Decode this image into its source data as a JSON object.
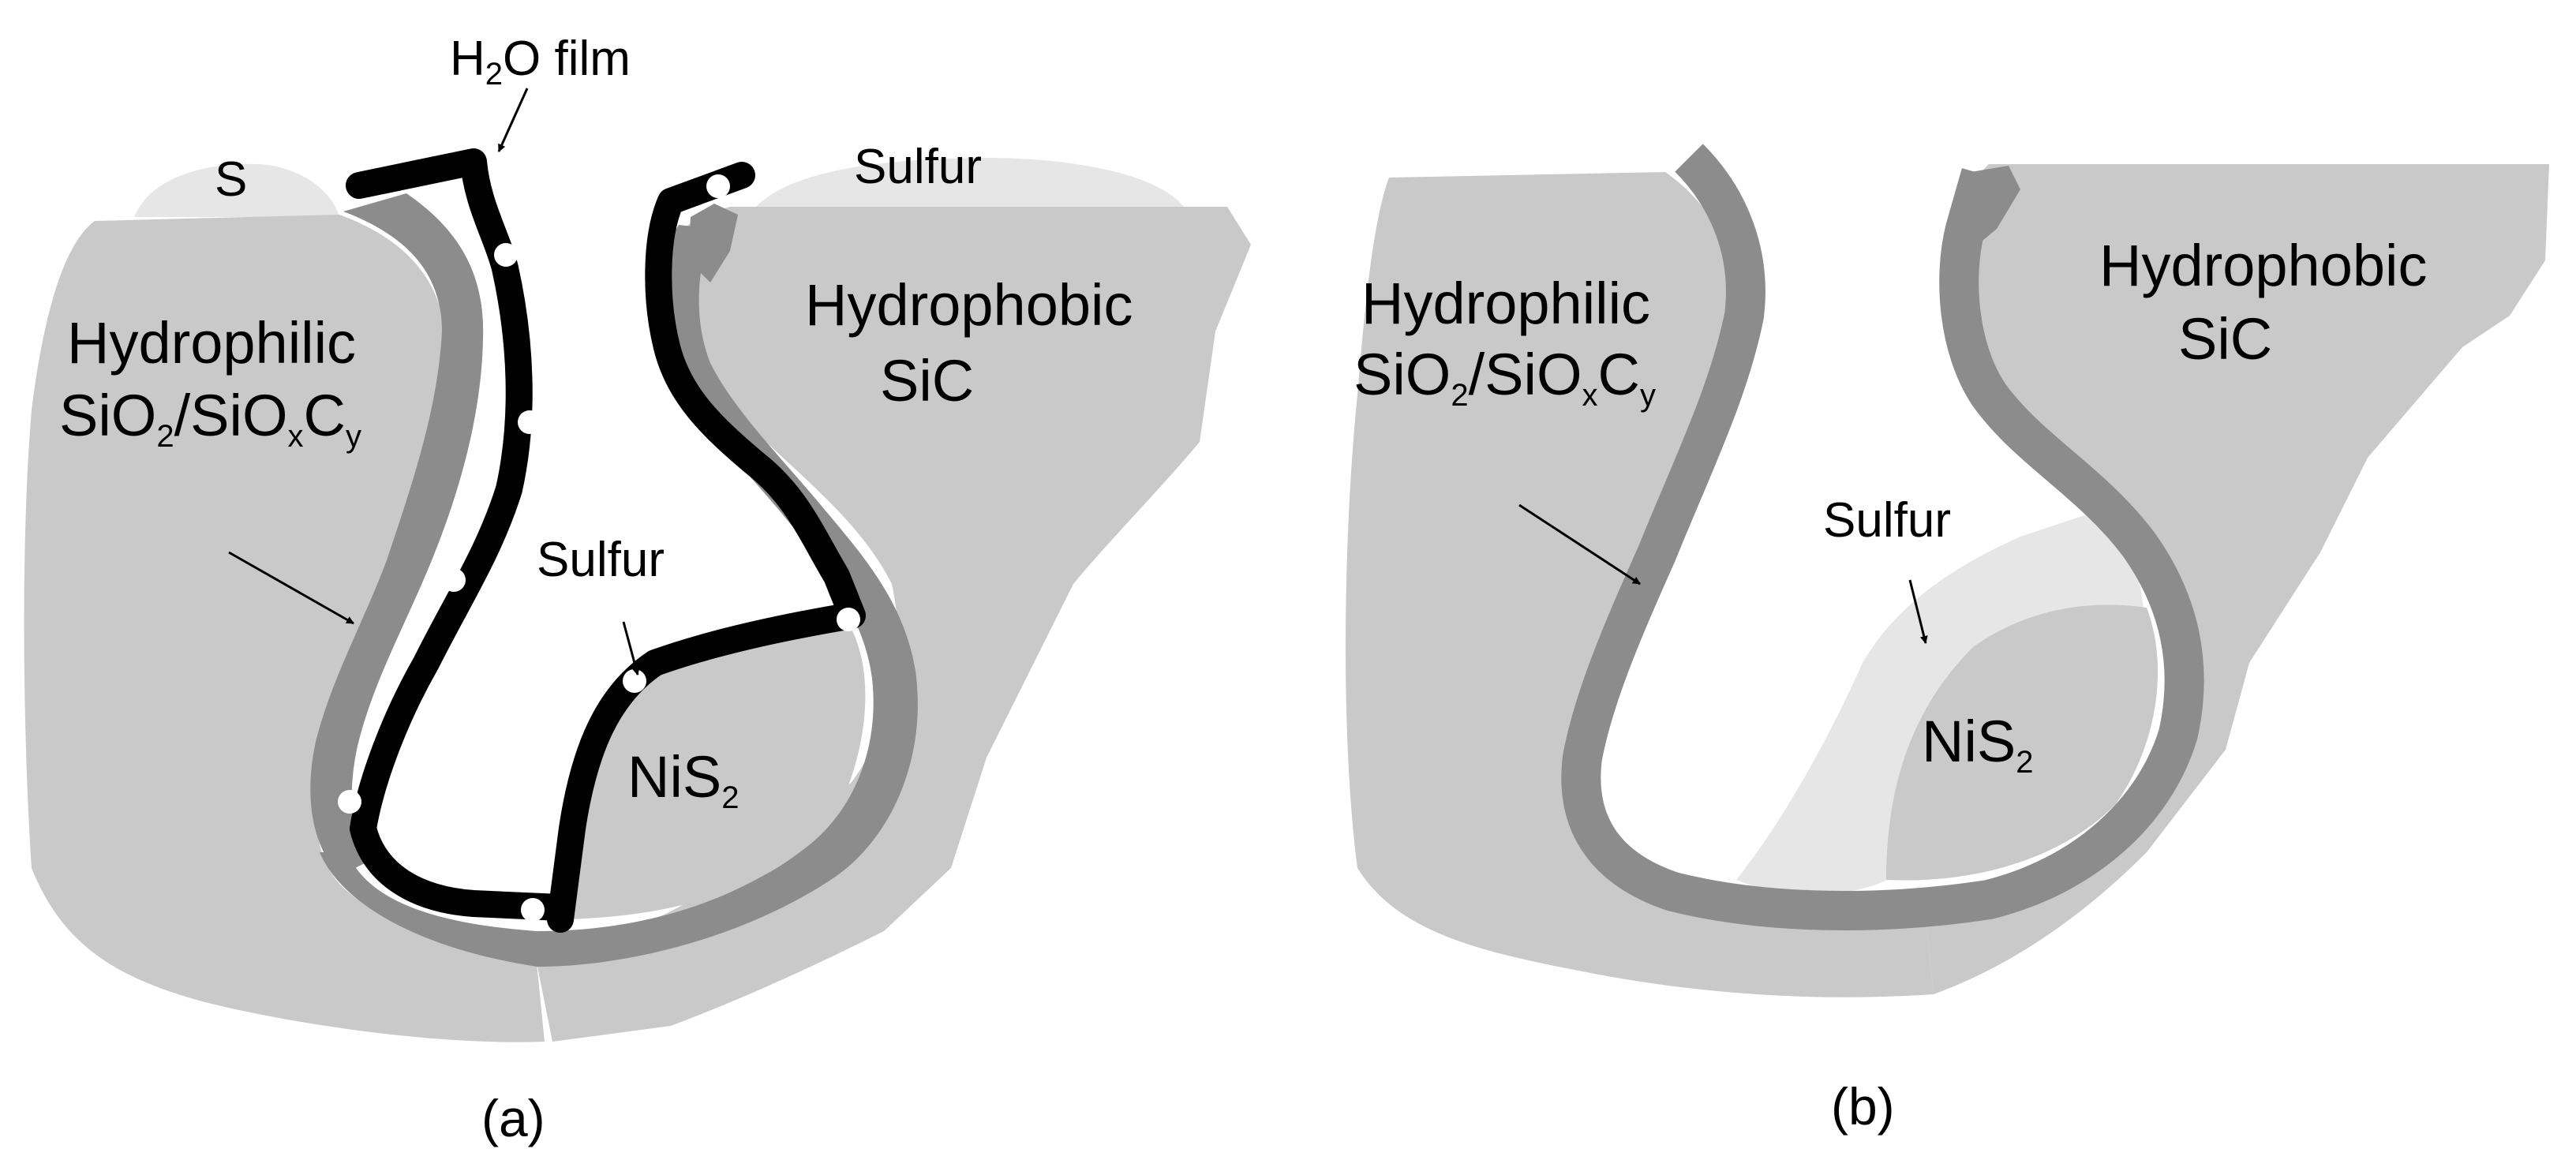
{
  "colors": {
    "substrate": "#c9c9c9",
    "oxide_layer": "#8c8c8c",
    "sulfur": "#e6e6e6",
    "water_film": "#000000",
    "dots": "#ffffff",
    "background": "#ffffff"
  },
  "panel_a": {
    "caption": "(a)",
    "water_film_label": {
      "base": "H",
      "sub": "2",
      "rest": "O film"
    },
    "sulfur_small_label": "S",
    "sulfur_top_label": "Sulfur",
    "sulfur_inner_label": "Sulfur",
    "hydrophilic_label": "Hydrophilic",
    "hydrophilic_formula": {
      "p1": "SiO",
      "s1": "2",
      "p2": "/SiO",
      "s2": "x",
      "p3": "C",
      "s3": "y"
    },
    "hydrophobic_label": "Hydrophobic",
    "hydrophobic_material": "SiC",
    "nis2_label": {
      "base": "NiS",
      "sub": "2"
    }
  },
  "panel_b": {
    "caption": "(b)",
    "hydrophilic_label": "Hydrophilic",
    "hydrophilic_formula": {
      "p1": "SiO",
      "s1": "2",
      "p2": "/SiO",
      "s2": "x",
      "p3": "C",
      "s3": "y"
    },
    "hydrophobic_label": "Hydrophobic",
    "hydrophobic_material": "SiC",
    "sulfur_label": "Sulfur",
    "nis2_label": {
      "base": "NiS",
      "sub": "2"
    }
  }
}
